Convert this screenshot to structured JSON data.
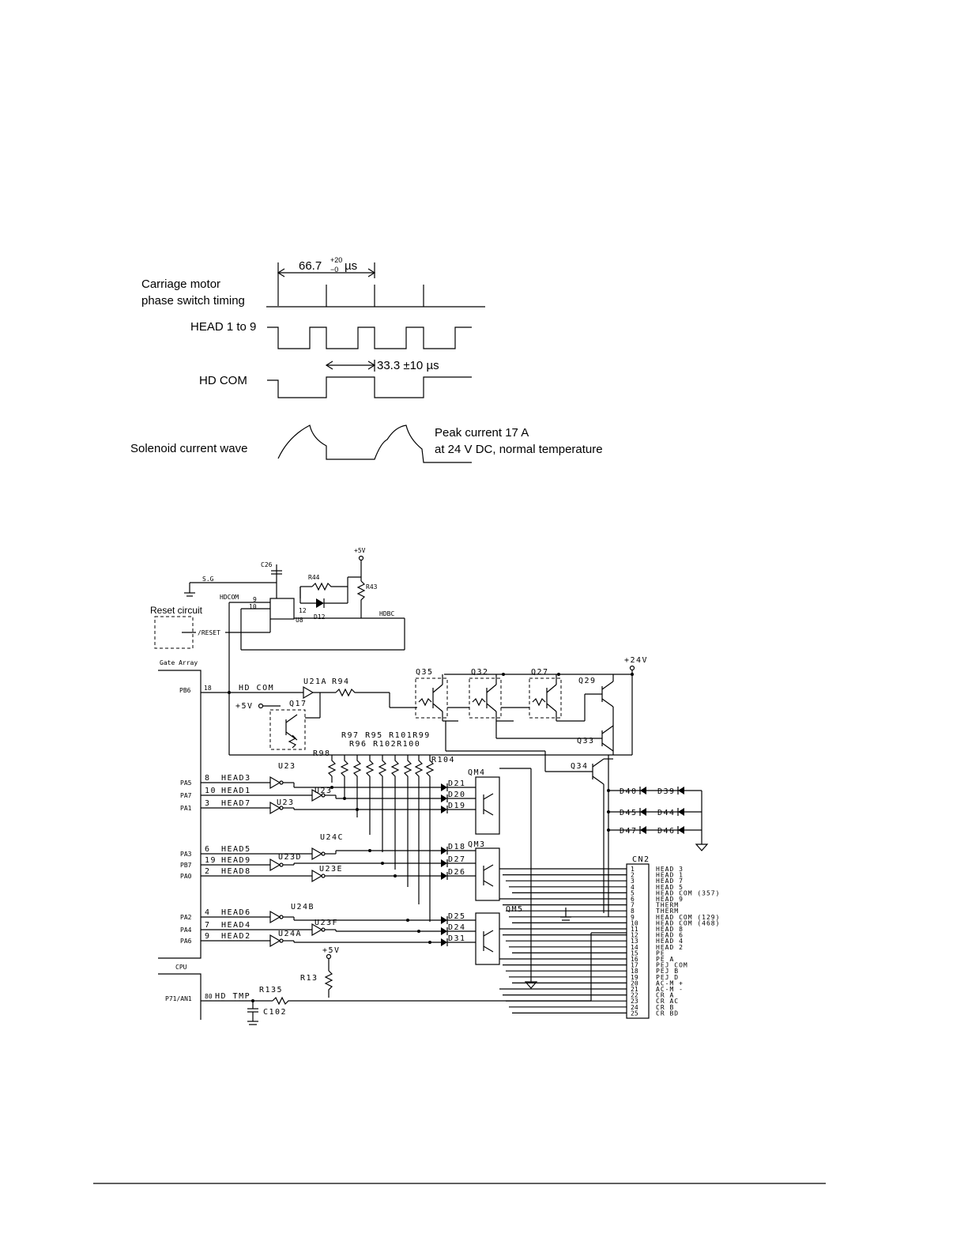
{
  "timing": {
    "period_label": "66.7",
    "period_tol_plus": "+20",
    "period_tol_minus": "−0",
    "period_unit": "µs",
    "carriage_label_1": "Carriage motor",
    "carriage_label_2": "phase switch timing",
    "head_label": "HEAD 1 to 9",
    "hdcom_label": "HD COM",
    "hdcom_pulse_label": "33.3 ±10 µs",
    "solenoid_label": "Solenoid current  wave",
    "peak_label_1": "Peak current 17 A",
    "peak_label_2": "at 24 V DC, normal temperature"
  },
  "schematic": {
    "p5v_top": "+5V",
    "p24v": "+24V",
    "p5v_q17": "+5V",
    "p5v_r13": "+5V",
    "reset_title": "Reset circuit",
    "reset_signal": "/RESET",
    "gate_array": "Gate Array",
    "cpu": "CPU",
    "sg": "S.G",
    "c26": "C26",
    "r44": "R44",
    "r43": "R43",
    "d12": "D12",
    "u8": "U8",
    "hdcom_net": "HDCOM",
    "hdbc": "HDBC",
    "pin9": "9",
    "pin10": "10",
    "pin12": "12",
    "pb6": "PB6",
    "pb6_pin": "18",
    "hd_com": "HD COM",
    "u21a": "U21A",
    "r94": "R94",
    "q17": "Q17",
    "q35": "Q35",
    "q32": "Q32",
    "q27": "Q27",
    "q29": "Q29",
    "q33": "Q33",
    "q34": "Q34",
    "resistor_row1": "R97 R95 R101R99",
    "resistor_row2": "R96 R102R100",
    "r98": "R98",
    "r104": "R104",
    "u23": "U23",
    "u23b": "U23",
    "u23c": "U23",
    "u24c": "U24C",
    "u23d": "U23D",
    "u23e": "U23E",
    "u24b": "U24B",
    "u23f": "U23F",
    "u24a": "U24A",
    "qm4": "QM4",
    "qm3": "QM3",
    "qm5": "QM5",
    "inputs": [
      {
        "port": "PA5",
        "pin": "8",
        "name": "HEAD3"
      },
      {
        "port": "PA7",
        "pin": "10",
        "name": "HEAD1"
      },
      {
        "port": "PA1",
        "pin": "3",
        "name": "HEAD7"
      },
      {
        "port": "PA3",
        "pin": "6",
        "name": "HEAD5"
      },
      {
        "port": "PB7",
        "pin": "19",
        "name": "HEAD9"
      },
      {
        "port": "PA0",
        "pin": "2",
        "name": "HEAD8"
      },
      {
        "port": "PA2",
        "pin": "4",
        "name": "HEAD6"
      },
      {
        "port": "PA4",
        "pin": "7",
        "name": "HEAD4"
      },
      {
        "port": "PA6",
        "pin": "9",
        "name": "HEAD2"
      }
    ],
    "diodes_left": [
      "D21",
      "D20",
      "D19",
      "D18",
      "D27",
      "D26",
      "D25",
      "D24",
      "D31"
    ],
    "diodes_right": [
      {
        "a": "D40",
        "b": "D39"
      },
      {
        "a": "D45",
        "b": "D44"
      },
      {
        "a": "D47",
        "b": "D46"
      }
    ],
    "cn2": "CN2",
    "cn2_pins": [
      {
        "n": "1",
        "sig": "HEAD 3"
      },
      {
        "n": "2",
        "sig": "HEAD 1"
      },
      {
        "n": "3",
        "sig": "HEAD 7"
      },
      {
        "n": "4",
        "sig": "HEAD 5"
      },
      {
        "n": "5",
        "sig": "HEAD COM (357)"
      },
      {
        "n": "6",
        "sig": "HEAD 9"
      },
      {
        "n": "7",
        "sig": "THERM"
      },
      {
        "n": "8",
        "sig": "THERM"
      },
      {
        "n": "9",
        "sig": "HEAD COM (129)"
      },
      {
        "n": "10",
        "sig": "HEAD COM (468)"
      },
      {
        "n": "11",
        "sig": "HEAD 8"
      },
      {
        "n": "12",
        "sig": "HEAD 6"
      },
      {
        "n": "13",
        "sig": "HEAD 4"
      },
      {
        "n": "14",
        "sig": "HEAD 2"
      },
      {
        "n": "15",
        "sig": "PE"
      },
      {
        "n": "16",
        "sig": "PE A"
      },
      {
        "n": "17",
        "sig": "PEJ COM"
      },
      {
        "n": "18",
        "sig": "PEJ B"
      },
      {
        "n": "19",
        "sig": "PEJ D"
      },
      {
        "n": "20",
        "sig": "AC-M +"
      },
      {
        "n": "21",
        "sig": "AC-M -"
      },
      {
        "n": "22",
        "sig": "CR A"
      },
      {
        "n": "23",
        "sig": "CR AC"
      },
      {
        "n": "24",
        "sig": "CR B"
      },
      {
        "n": "25",
        "sig": "CR BD"
      }
    ],
    "p71": "P71/AN1",
    "p71_pin": "80",
    "hd_tmp": "HD TMP",
    "r135": "R135",
    "r13": "R13",
    "c102": "C102"
  }
}
